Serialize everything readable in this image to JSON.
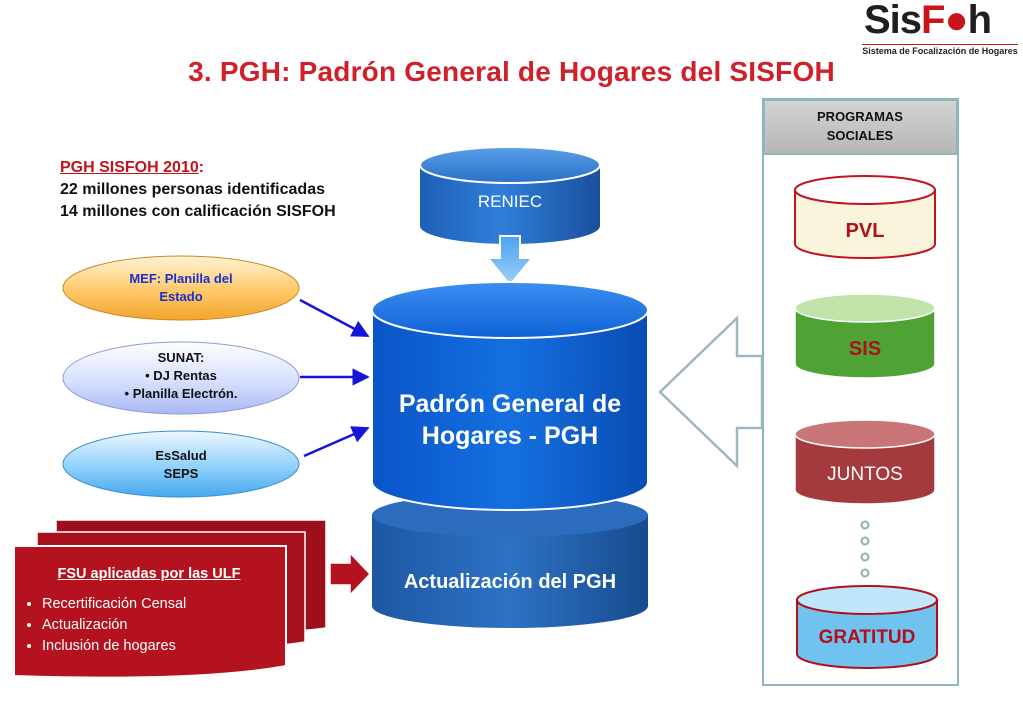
{
  "title": "3. PGH: Padrón General de Hogares del SISFOH",
  "logo": {
    "word_dark": "Sis",
    "word_red": "F",
    "word_rest": "h",
    "subtitle": "Sistema de Focalización de Hogares"
  },
  "stats": {
    "heading": "PGH SISFOH 2010",
    "colon": ":",
    "line1": "22 millones personas identificadas",
    "line2": "14 millones con calificación SISFOH"
  },
  "reniec": {
    "label": "RENIEC"
  },
  "pgh": {
    "line1": "Padrón General de",
    "line2": "Hogares - PGH"
  },
  "update": {
    "label": "Actualización del PGH"
  },
  "sources": [
    {
      "lines": [
        "MEF: Planilla del",
        "Estado"
      ]
    },
    {
      "lines": [
        "SUNAT:",
        "• DJ  Rentas",
        "•  Planilla Electrón."
      ]
    },
    {
      "lines": [
        "EsSalud",
        "SEPS"
      ]
    }
  ],
  "fsu": {
    "title": "FSU aplicadas por las ULF",
    "items": [
      "Recertificación Censal",
      "Actualización",
      "Inclusión de hogares"
    ]
  },
  "programs": {
    "header_line1": "PROGRAMAS",
    "header_line2": "SOCIALES",
    "items": [
      {
        "label": "PVL",
        "color": "#fbf4dc"
      },
      {
        "label": "SIS",
        "color": "#4fa234"
      },
      {
        "label": "JUNTOS",
        "color": "#a43a3e"
      },
      {
        "label": "GRATITUD",
        "color": "#6fc3ee"
      }
    ]
  },
  "colors": {
    "title_red": "#d0202a",
    "blue_dark": "#1e56a8",
    "fsu_red": "#b3121e",
    "arrow_blue": "#1515d8"
  }
}
